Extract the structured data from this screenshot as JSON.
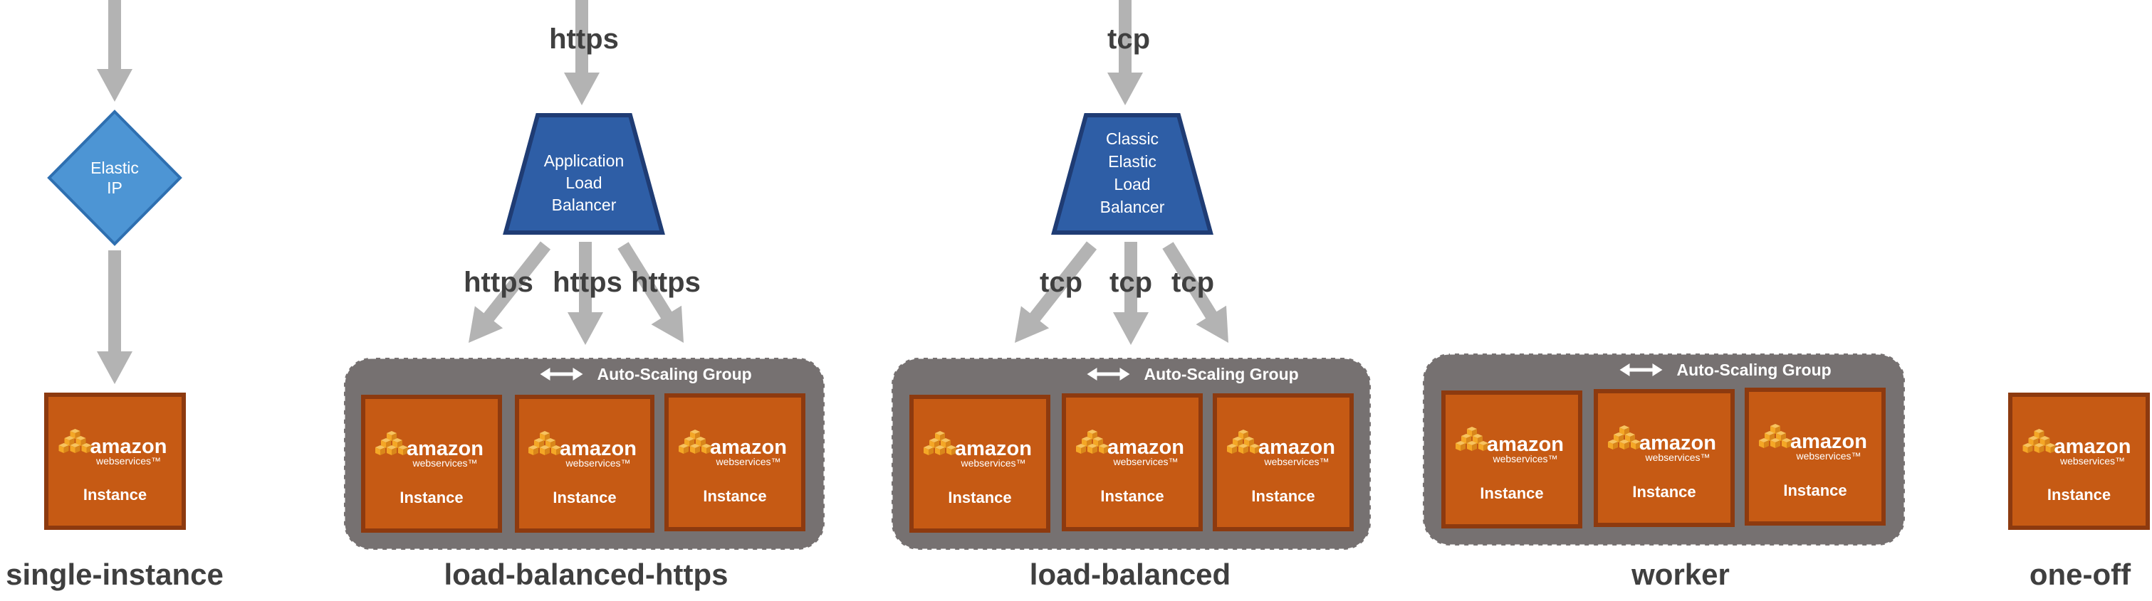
{
  "diagram": {
    "protocols": {
      "alb_in": "https",
      "alb_out": [
        "https",
        "https",
        "https"
      ],
      "clb_in": "tcp",
      "clb_out": [
        "tcp",
        "tcp",
        "tcp"
      ]
    },
    "elastic_ip": [
      "Elastic",
      "IP"
    ],
    "alb": [
      "Application",
      "Load",
      "Balancer"
    ],
    "clb": [
      "Classic",
      "Elastic",
      "Load",
      "Balancer"
    ],
    "asg_label": "Auto-Scaling Group",
    "instance": {
      "logo_word": "amazon",
      "logo_sub": "webservices",
      "logo_tm": "™",
      "label": "Instance"
    },
    "captions": [
      "single-instance",
      "load-balanced-https",
      "load-balanced",
      "worker",
      "one-off"
    ],
    "colors": {
      "arrow": "#b3b3b3",
      "instance_fill": "#c65a14",
      "instance_border": "#8d3a0f",
      "logo_cube": "#f4a726",
      "asg_fill": "#767171",
      "asg_border": "#ffffff",
      "lb_fill": "#2e5ea6",
      "lb_border": "#1f3c74",
      "eip_fill": "#4d95d4",
      "eip_border": "#2e6fb0",
      "caption_text": "#3f3f3f"
    }
  }
}
